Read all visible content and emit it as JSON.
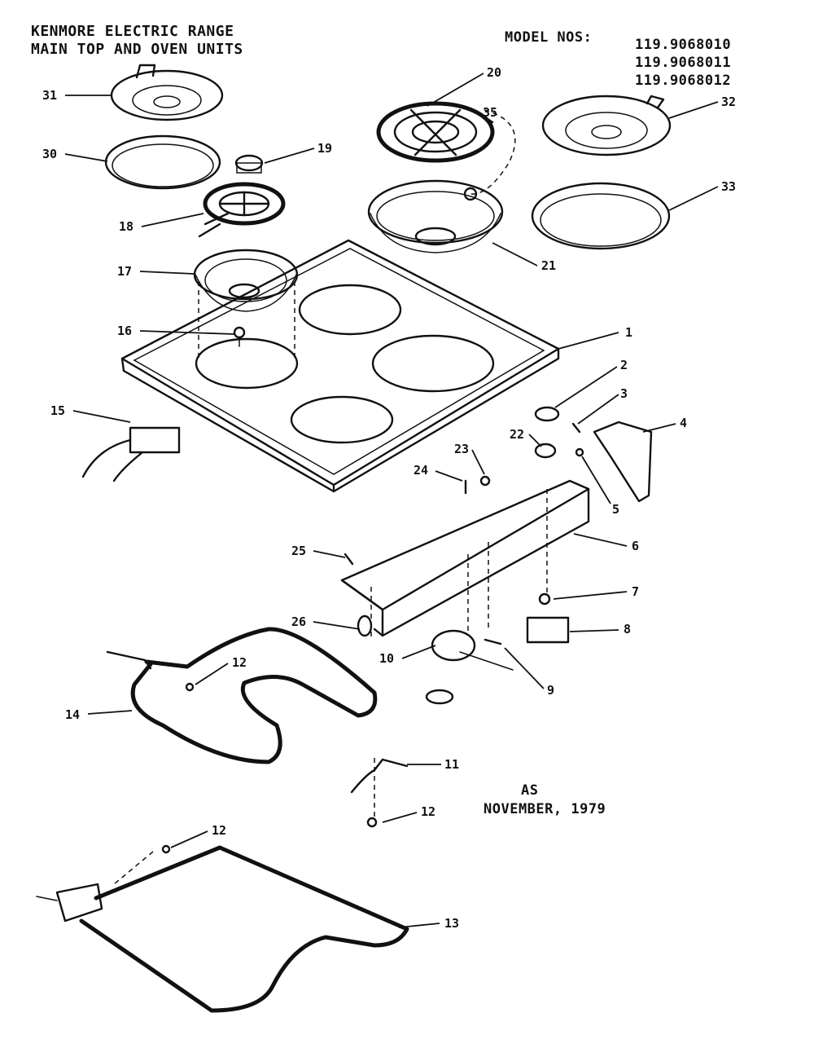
{
  "header": {
    "title_line1": "KENMORE ELECTRIC RANGE",
    "title_line2": "MAIN TOP AND OVEN UNITS",
    "model_label": "MODEL NOS:",
    "model_numbers": [
      "119.9068010",
      "119.9068011",
      "119.9068012"
    ]
  },
  "date": {
    "line1": "AS",
    "line2": "NOVEMBER, 1979"
  },
  "callouts": [
    "1",
    "2",
    "3",
    "4",
    "5",
    "6",
    "7",
    "8",
    "9",
    "10",
    "11",
    "12",
    "12",
    "12",
    "13",
    "14",
    "15",
    "16",
    "17",
    "18",
    "19",
    "20",
    "21",
    "22",
    "23",
    "24",
    "25",
    "26",
    "30",
    "31",
    "32",
    "33",
    "35"
  ]
}
